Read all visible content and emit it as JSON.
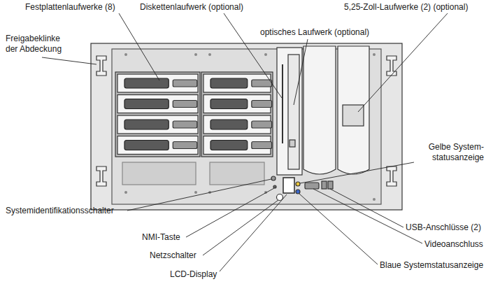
{
  "diagram": {
    "labels": [
      "Festplattenlaufwerke (8)",
      "Diskettenlaufwerk (optional)",
      "5,25-Zoll-Laufwerke (2) (optional)",
      "optisches Laufwerk (optional)",
      "Freigabeklinke der Abdeckung",
      "Gelbe System- statusanzeige",
      "Systemidentifikationsschalter",
      "USB-Anschlüsse (2)",
      "NMI-Taste",
      "Videoanschluss",
      "Netzschalter",
      "Blaue Systemstatusanzeige",
      "LCD-Display"
    ]
  }
}
